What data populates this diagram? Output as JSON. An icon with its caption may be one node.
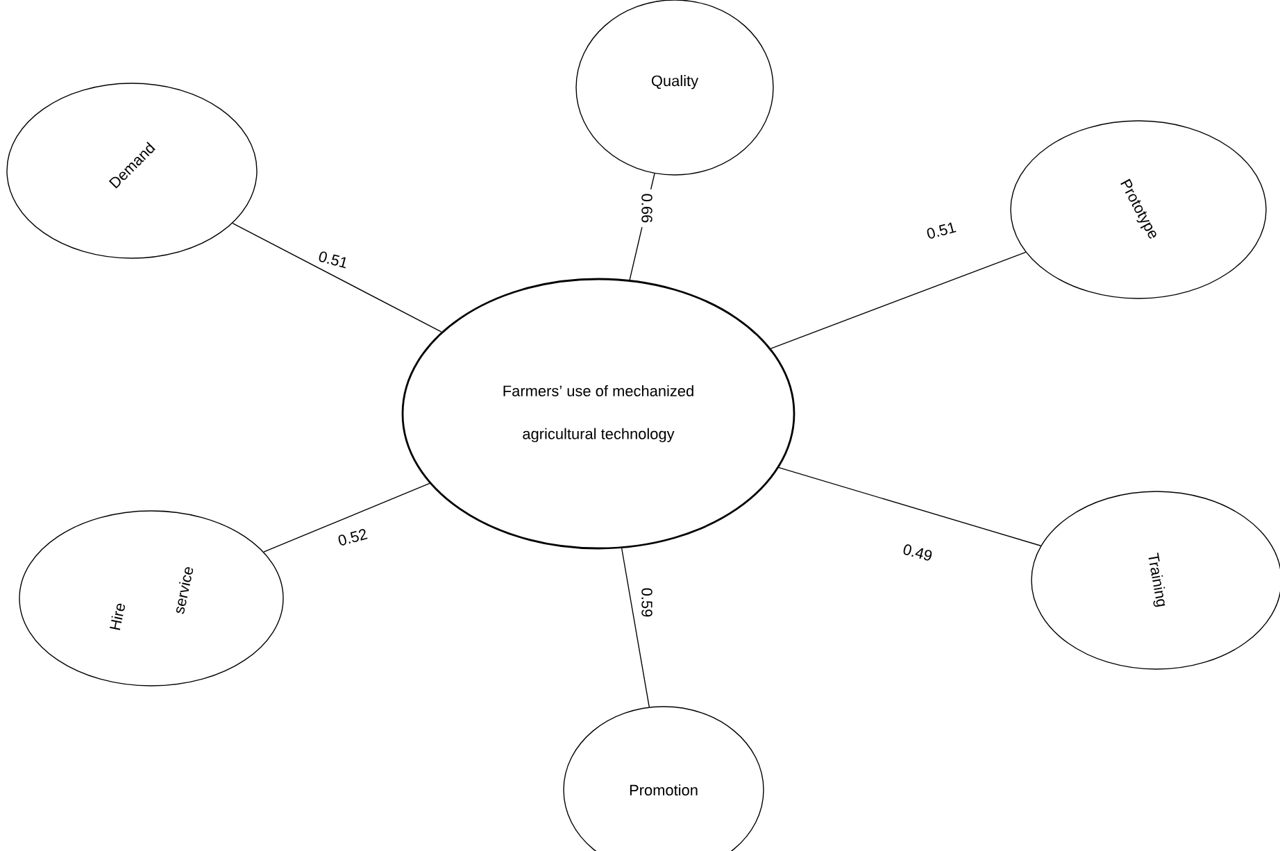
{
  "diagram": {
    "nodes": [
      {
        "text": [
          "Farmers’ use of mechanized agricultural technology"
        ]
      },
      {
        "text": [
          "Quality"
        ]
      },
      {
        "text": [
          "Demand"
        ]
      },
      {
        "text": [
          "Prototype"
        ]
      },
      {
        "text": [
          "Hire",
          "service"
        ]
      },
      {
        "text": [
          "Training"
        ]
      },
      {
        "text": [
          "Promotion"
        ]
      }
    ],
    "edges": [
      {
        "from": 1,
        "to": 0,
        "arrow": "none",
        "label": "0.66"
      },
      {
        "from": 2,
        "to": 0,
        "arrow": "none",
        "label": "0.51"
      },
      {
        "from": 3,
        "to": 0,
        "arrow": "none",
        "label": "0.51"
      },
      {
        "from": 4,
        "to": 0,
        "arrow": "none",
        "label": "0.52"
      },
      {
        "from": 5,
        "to": 0,
        "arrow": "none",
        "label": "0.49"
      },
      {
        "from": 6,
        "to": 0,
        "arrow": "none",
        "label": "0.59"
      }
    ]
  }
}
